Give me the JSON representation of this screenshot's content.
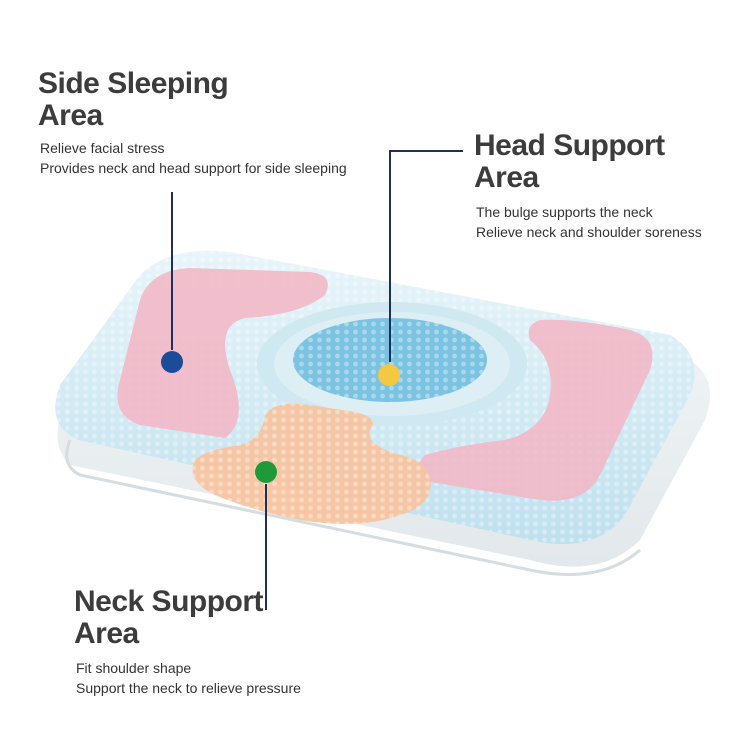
{
  "callouts": {
    "side": {
      "title_line1": "Side Sleeping",
      "title_line2": "Area",
      "desc_line1": "Relieve facial stress",
      "desc_line2": "Provides neck and head support for side sleeping",
      "dot_color": "#1a4c9a"
    },
    "head": {
      "title_line1": "Head Support",
      "title_line2": "Area",
      "desc_line1": "The bulge supports the neck",
      "desc_line2": "Relieve neck and shoulder soreness",
      "dot_color": "#f5c842"
    },
    "neck": {
      "title_line1": "Neck Support",
      "title_line2": "Area",
      "desc_line1": "Fit shoulder shape",
      "desc_line2": "Support the neck to relieve pressure",
      "dot_color": "#1e9a3a"
    }
  },
  "colors": {
    "leader_line": "#1f2f5c",
    "side_zone": "#f2b8c6",
    "head_zone": "#7cc3e2",
    "neck_zone": "#f7c4a0",
    "pillow_top": "#d6edf5"
  }
}
